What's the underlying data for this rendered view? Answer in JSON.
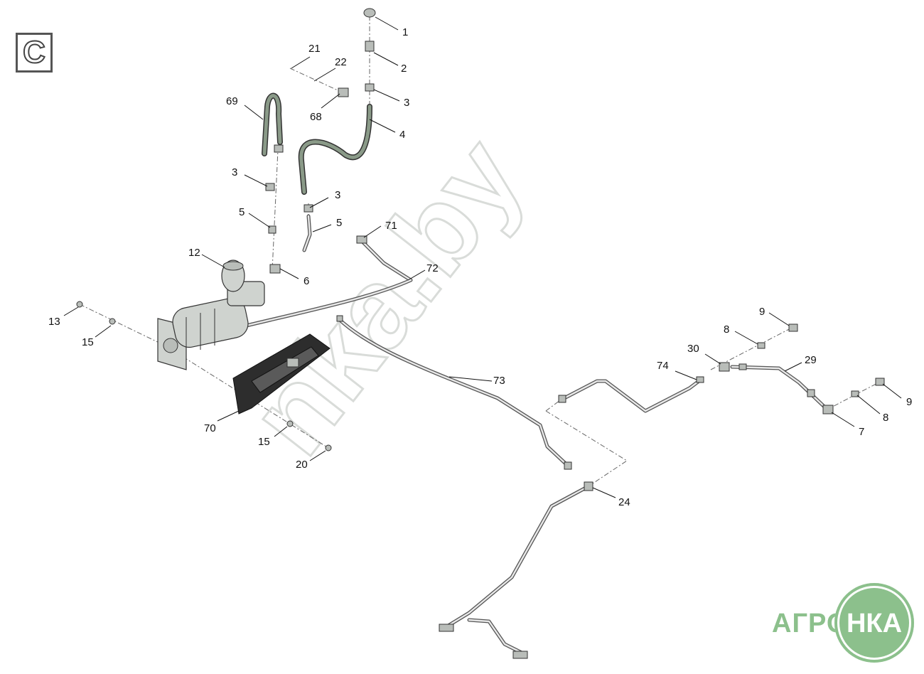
{
  "section": {
    "letter": "C"
  },
  "watermark": "nka.by",
  "brand": {
    "left": "АГРО",
    "right": "НКА"
  },
  "callouts": {
    "c1": "1",
    "c2": "2",
    "c3a": "3",
    "c4": "4",
    "c21": "21",
    "c22": "22",
    "c68": "68",
    "c69": "69",
    "c3b": "3",
    "c3c": "3",
    "c5a": "5",
    "c5b": "5",
    "c71": "71",
    "c12": "12",
    "c6": "6",
    "c72": "72",
    "c13": "13",
    "c15a": "15",
    "c70": "70",
    "c15b": "15",
    "c20": "20",
    "c73": "73",
    "c24": "24",
    "c9a": "9",
    "c8a": "8",
    "c30": "30",
    "c74": "74",
    "c29": "29",
    "c9b": "9",
    "c8b": "8",
    "c7": "7"
  }
}
